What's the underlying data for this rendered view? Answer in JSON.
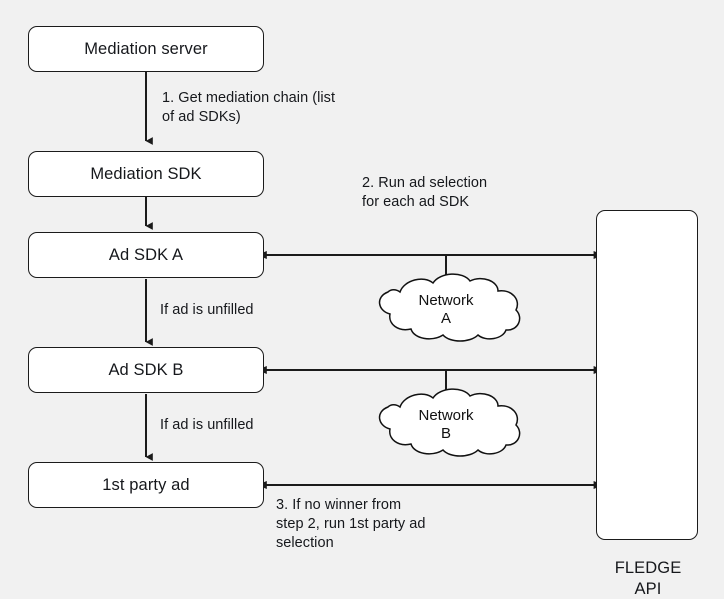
{
  "diagram": {
    "title": "Mediation waterfall with FLEDGE API ad selection",
    "background_color": "#f1f1f1",
    "stroke_color": "#1b1b1b",
    "node_fill": "#ffffff",
    "nodes": [
      {
        "id": "mediation-server",
        "label": "Mediation server"
      },
      {
        "id": "mediation-sdk",
        "label": "Mediation SDK"
      },
      {
        "id": "ad-sdk-a",
        "label": "Ad SDK A"
      },
      {
        "id": "ad-sdk-b",
        "label": "Ad SDK B"
      },
      {
        "id": "first-party-ad",
        "label": "1st party ad"
      },
      {
        "id": "fledge-api",
        "label": "FLEDGE\nAPI"
      }
    ],
    "clouds": [
      {
        "id": "network-a",
        "label": "Network\nA"
      },
      {
        "id": "network-b",
        "label": "Network\nB"
      }
    ],
    "edge_labels": [
      {
        "id": "step-1",
        "text": "1. Get mediation chain (list\nof ad SDKs)"
      },
      {
        "id": "step-2",
        "text": "2. Run ad selection\n   for each ad SDK"
      },
      {
        "id": "unfilled-a",
        "text": "If ad is unfilled"
      },
      {
        "id": "unfilled-b",
        "text": "If ad is unfilled"
      },
      {
        "id": "step-3",
        "text": "3. If no winner from\nstep 2, run 1st party ad\nselection"
      }
    ]
  }
}
